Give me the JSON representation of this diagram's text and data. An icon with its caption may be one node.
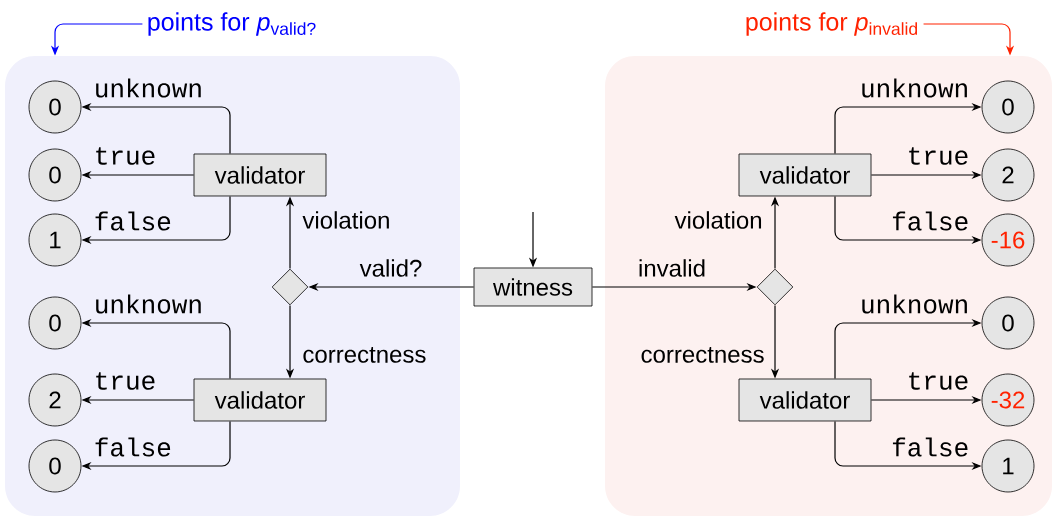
{
  "diagram": {
    "nodes": [
      {
        "text": [],
        "shape": "box"
      },
      {
        "text": [],
        "shape": "box"
      },
      {
        "text": [
          "points for *p*$_{valid?}$"
        ]
      },
      {
        "text": [
          "points for *p*$_{invalid}$"
        ]
      },
      {
        "text": [
          "witness"
        ]
      },
      {
        "text": [],
        "shape": "diamond",
        "in": 0
      },
      {
        "text": [
          "validator"
        ],
        "in": 0
      },
      {
        "text": [
          "validator"
        ],
        "in": 0
      },
      {
        "text": [
          "0"
        ],
        "in": 0
      },
      {
        "text": [
          "0"
        ],
        "in": 0
      },
      {
        "text": [
          "1"
        ],
        "in": 0
      },
      {
        "text": [
          "0"
        ],
        "in": 0
      },
      {
        "text": [
          "2"
        ],
        "in": 0
      },
      {
        "text": [
          "0"
        ],
        "in": 0
      },
      {
        "text": [],
        "shape": "diamond",
        "in": 1
      },
      {
        "text": [
          "validator"
        ],
        "in": 1
      },
      {
        "text": [
          "validator"
        ],
        "in": 1
      },
      {
        "text": [
          "0"
        ],
        "in": 1
      },
      {
        "text": [
          "2"
        ],
        "in": 1
      },
      {
        "text": [
          "-16"
        ],
        "in": 1
      },
      {
        "text": [
          "0"
        ],
        "in": 1
      },
      {
        "text": [
          "-32"
        ],
        "in": 1
      },
      {
        "text": [
          "1"
        ],
        "in": 1
      }
    ],
    "edges": [
      {
        "from": 2,
        "to": 0,
        "arrow": "to",
        "color": "#0000ff"
      },
      {
        "from": 3,
        "to": 1,
        "arrow": "to",
        "color": "#ff2200"
      },
      {
        "from": null,
        "to": 4,
        "arrow": "to"
      },
      {
        "from": 4,
        "to": 5,
        "arrow": "to",
        "label": "valid?"
      },
      {
        "from": 4,
        "to": 14,
        "arrow": "to",
        "label": "invalid"
      },
      {
        "from": 5,
        "to": 6,
        "arrow": "to",
        "label": "violation"
      },
      {
        "from": 5,
        "to": 7,
        "arrow": "to",
        "label": "correctness"
      },
      {
        "from": 14,
        "to": 15,
        "arrow": "to",
        "label": "violation"
      },
      {
        "from": 14,
        "to": 16,
        "arrow": "to",
        "label": "correctness"
      },
      {
        "from": 6,
        "to": 8,
        "arrow": "to",
        "label": "unknown"
      },
      {
        "from": 6,
        "to": 9,
        "arrow": "to",
        "label": "true"
      },
      {
        "from": 6,
        "to": 10,
        "arrow": "to",
        "label": "false"
      },
      {
        "from": 7,
        "to": 11,
        "arrow": "to",
        "label": "unknown"
      },
      {
        "from": 7,
        "to": 12,
        "arrow": "to",
        "label": "true"
      },
      {
        "from": 7,
        "to": 13,
        "arrow": "to",
        "label": "false"
      },
      {
        "from": 15,
        "to": 17,
        "arrow": "to",
        "label": "unknown"
      },
      {
        "from": 15,
        "to": 18,
        "arrow": "to",
        "label": "true"
      },
      {
        "from": 15,
        "to": 19,
        "arrow": "to",
        "label": "false"
      },
      {
        "from": 16,
        "to": 20,
        "arrow": "to",
        "label": "unknown"
      },
      {
        "from": 16,
        "to": 21,
        "arrow": "to",
        "label": "true"
      },
      {
        "from": 16,
        "to": 22,
        "arrow": "to",
        "label": "false"
      }
    ]
  }
}
